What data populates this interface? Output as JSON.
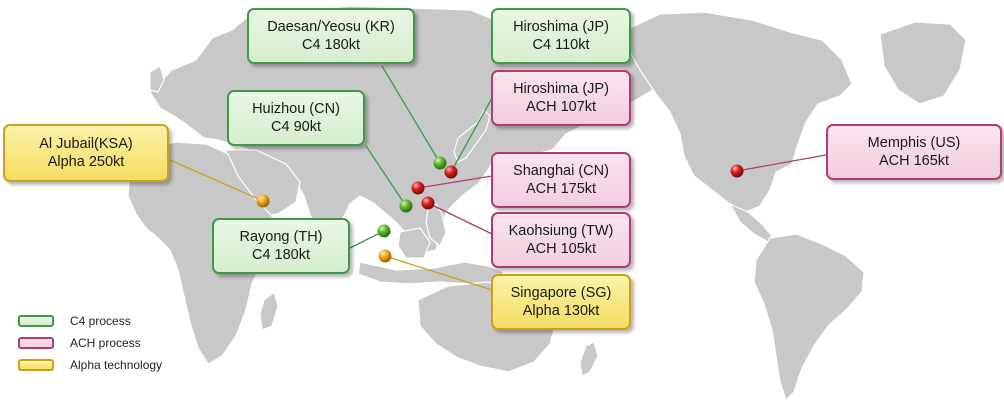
{
  "colors": {
    "c4": "#3d9a4a",
    "ach": "#b23b74",
    "alpha": "#caa21a",
    "land": "#c8c8c8",
    "dot_c4": "#5cb82e",
    "dot_ach": "#d71e1e",
    "dot_alpha": "#f2a81d"
  },
  "plants": [
    {
      "id": "daesan",
      "site": "Daesan/Yeosu (KR)",
      "capacity": "C4 180kt",
      "type": "c4"
    },
    {
      "id": "hiroshima-c4",
      "site": "Hiroshima (JP)",
      "capacity": "C4 110kt",
      "type": "c4"
    },
    {
      "id": "hiroshima-ach",
      "site": "Hiroshima (JP)",
      "capacity": "ACH 107kt",
      "type": "ach"
    },
    {
      "id": "huizhou",
      "site": "Huizhou (CN)",
      "capacity": "C4 90kt",
      "type": "c4"
    },
    {
      "id": "aljubail",
      "site": "Al Jubail(KSA)",
      "capacity": "Alpha 250kt",
      "type": "alpha"
    },
    {
      "id": "shanghai",
      "site": "Shanghai (CN)",
      "capacity": "ACH 175kt",
      "type": "ach"
    },
    {
      "id": "kaohsiung",
      "site": "Kaohsiung (TW)",
      "capacity": "ACH 105kt",
      "type": "ach"
    },
    {
      "id": "rayong",
      "site": "Rayong (TH)",
      "capacity": "C4 180kt",
      "type": "c4"
    },
    {
      "id": "singapore",
      "site": "Singapore (SG)",
      "capacity": "Alpha 130kt",
      "type": "alpha"
    },
    {
      "id": "memphis",
      "site": "Memphis (US)",
      "capacity": "ACH 165kt",
      "type": "ach"
    }
  ],
  "legend": [
    {
      "label": "C4 process",
      "type": "c4"
    },
    {
      "label": "ACH process",
      "type": "ach"
    },
    {
      "label": "Alpha technology",
      "type": "alpha"
    }
  ]
}
